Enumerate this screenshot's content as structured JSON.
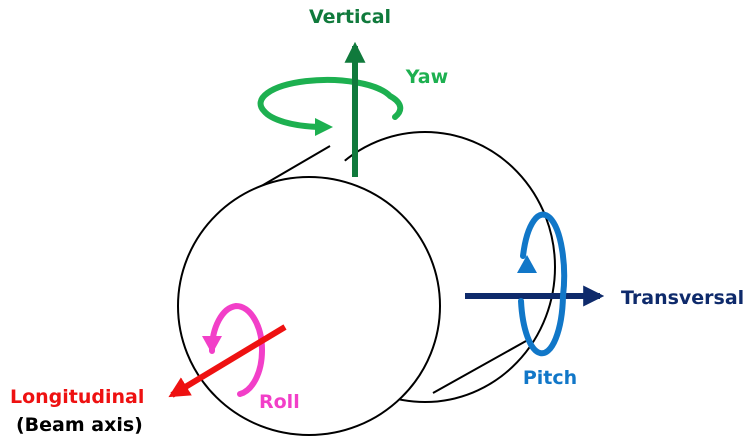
{
  "labels": {
    "vertical": "Vertical",
    "yaw": "Yaw",
    "transversal": "Transversal",
    "pitch": "Pitch",
    "longitudinal": "Longitudinal",
    "beam_axis": "(Beam axis)",
    "roll": "Roll"
  },
  "colors": {
    "vertical": "#107A3C",
    "yaw": "#1DB050",
    "transversal": "#0E2A6B",
    "pitch": "#1177C8",
    "longitudinal": "#EE1111",
    "roll": "#F23FC8",
    "outline": "#000000"
  }
}
